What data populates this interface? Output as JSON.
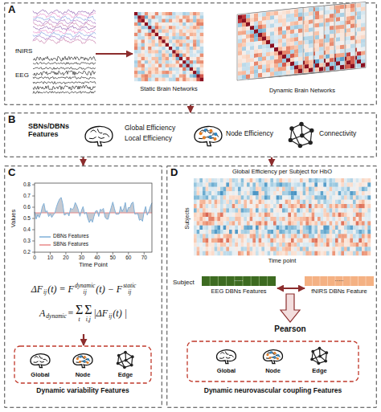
{
  "diagram": {
    "nodes": [
      {
        "text": [
          "A"
        ]
      },
      {
        "text": [
          "fNIRS",
          "EEG"
        ],
        "in": 0
      },
      {
        "text": [
          "Static Brain Networks"
        ],
        "in": 0
      },
      {
        "text": [
          "Dynamic Brain Networks"
        ],
        "in": 0
      },
      {
        "text": [
          "B"
        ]
      },
      {
        "text": [
          "SBNs/DBNs Features"
        ],
        "in": 4
      },
      {
        "text": [
          "Global Efficiency",
          "Local Efficiency"
        ],
        "in": 4
      },
      {
        "text": [
          "Node Efficiency"
        ],
        "in": 4
      },
      {
        "text": [
          "Connectivity"
        ],
        "in": 4
      },
      {
        "text": [
          "C"
        ]
      },
      {
        "text": [
          "Values",
          "Time Point"
        ],
        "in": 9
      },
      {
        "text": [
          "ΔF",
          "ij",
          "(t) = F",
          "dynamic",
          "ij",
          "(t) − F",
          "static",
          "ij",
          "A",
          "dynamic",
          "=",
          "Σ",
          "t",
          "Σ",
          "i,j",
          "|ΔF",
          "ij",
          "(t) |"
        ],
        "in": 9
      },
      {
        "text": [
          "Dynamic variability Features"
        ],
        "in": 9
      },
      {
        "text": [
          "Global"
        ],
        "in": 12
      },
      {
        "text": [
          "Node"
        ],
        "in": 12
      },
      {
        "text": [
          "Edge"
        ],
        "in": 12
      },
      {
        "text": [
          "D"
        ]
      },
      {
        "text": [
          "Global Efficiency per Subject for HbO",
          "Subjects",
          "Time point"
        ],
        "in": 16
      },
      {
        "text": [
          "EEG DBNs Features"
        ],
        "in": 16
      },
      {
        "text": [
          "fNIRS DBNs Feature"
        ],
        "in": 16
      },
      {
        "text": [
          "Dynamic neurovascular coupling Features"
        ],
        "in": 16
      },
      {
        "text": [
          "Global"
        ],
        "in": 20
      },
      {
        "text": [
          "Node"
        ],
        "in": 20
      },
      {
        "text": [
          "Edge"
        ],
        "in": 20
      }
    ],
    "edges": [
      {
        "from": 0,
        "to": 4,
        "arrow": "to"
      },
      {
        "from": 4,
        "to": 9,
        "arrow": "to"
      },
      {
        "from": 4,
        "to": 16,
        "arrow": "to"
      },
      {
        "from": 1,
        "to": 2,
        "arrow": "to"
      },
      {
        "from": 11,
        "to": 12,
        "arrow": "to"
      },
      {
        "from": 18,
        "to": 19,
        "arrow": "both"
      }
    ],
    "labels": [
      "0.2",
      "0.3",
      "0.4",
      "0.5",
      "0.6",
      "0.7",
      "0.8",
      "0",
      "10",
      "20",
      "30",
      "40",
      "50",
      "60",
      "70",
      "Subject",
      "Pearson",
      ".....",
      "....."
    ],
    "legend": [
      {
        "text": "DBNs Features"
      },
      {
        "text": "SBNs Features"
      }
    ]
  }
}
